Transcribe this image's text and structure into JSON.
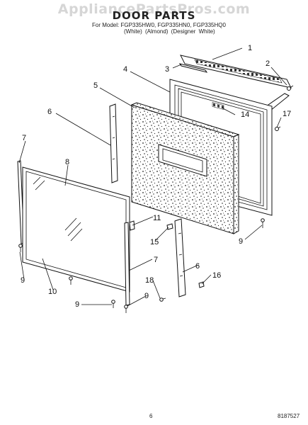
{
  "header": {
    "watermark": "AppliancePartsPros.com",
    "title": "DOOR PARTS",
    "models_line": "For Model: FGP335HW0, FGP335HN0, FGP335HQ0",
    "variants_line": "(White)        (Almond) (Designer White)"
  },
  "footer": {
    "page_number": "6",
    "document_number": "8187527"
  },
  "callouts": [
    {
      "id": "c1",
      "label": "1"
    },
    {
      "id": "c2",
      "label": "2"
    },
    {
      "id": "c3",
      "label": "3"
    },
    {
      "id": "c4",
      "label": "4"
    },
    {
      "id": "c5",
      "label": "5"
    },
    {
      "id": "c6a",
      "label": "6"
    },
    {
      "id": "c6b",
      "label": "6"
    },
    {
      "id": "c7a",
      "label": "7"
    },
    {
      "id": "c7b",
      "label": "7"
    },
    {
      "id": "c8",
      "label": "8"
    },
    {
      "id": "c9a",
      "label": "9"
    },
    {
      "id": "c9b",
      "label": "9"
    },
    {
      "id": "c9c",
      "label": "9"
    },
    {
      "id": "c9d",
      "label": "9"
    },
    {
      "id": "c10",
      "label": "10"
    },
    {
      "id": "c11",
      "label": "11"
    },
    {
      "id": "c14",
      "label": "14"
    },
    {
      "id": "c15",
      "label": "15"
    },
    {
      "id": "c16",
      "label": "16"
    },
    {
      "id": "c17",
      "label": "17"
    },
    {
      "id": "c18",
      "label": "18"
    }
  ]
}
